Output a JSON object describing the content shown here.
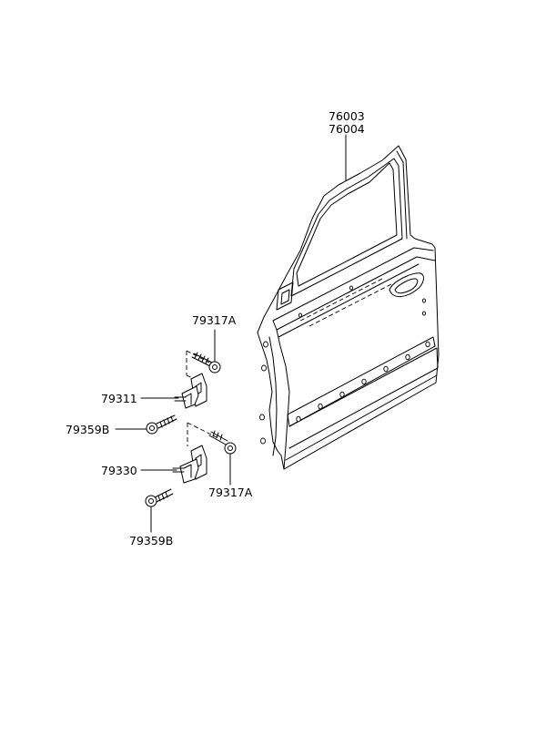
{
  "diagram": {
    "labels": {
      "door_part_a": "76003",
      "door_part_b": "76004",
      "upper_bolt": "79317A",
      "upper_hinge": "79311",
      "upper_screw": "79359B",
      "lower_hinge": "79330",
      "lower_bolt": "79317A",
      "lower_screw": "79359B"
    }
  }
}
